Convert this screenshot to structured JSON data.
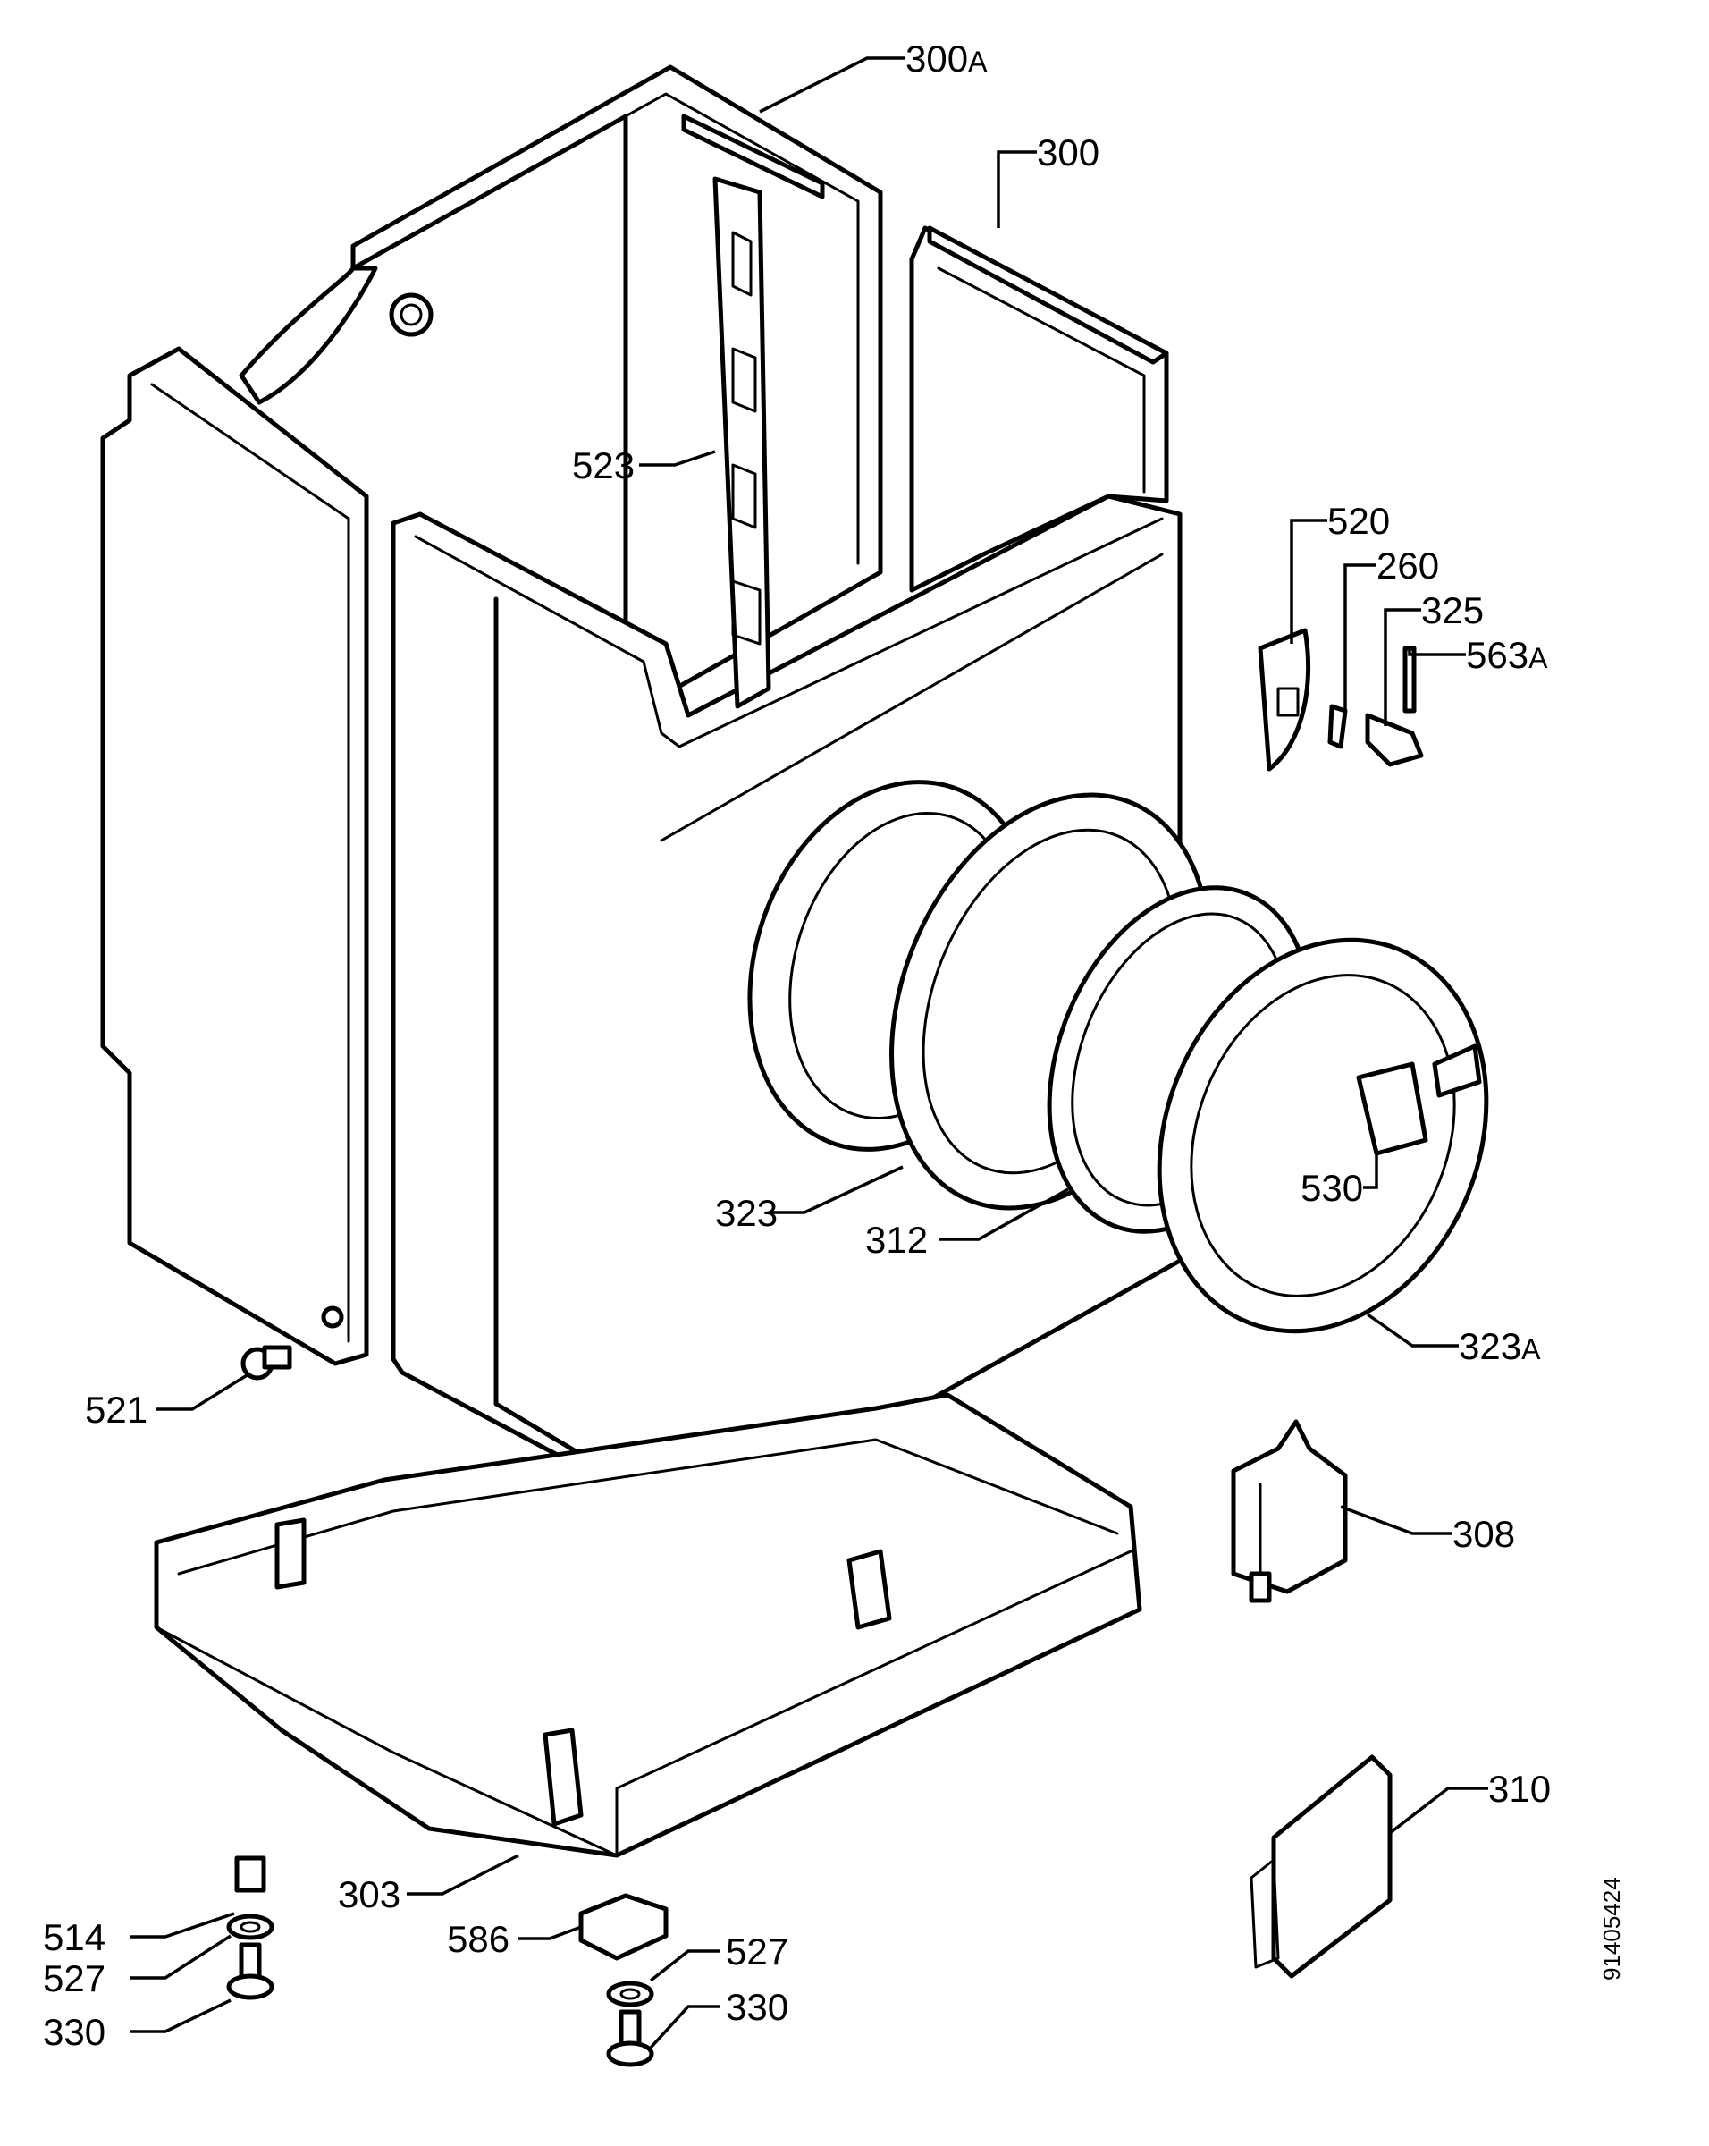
{
  "drawing_number": "91405424",
  "callouts": [
    {
      "id": "300a",
      "num": "300",
      "suffix": "A"
    },
    {
      "id": "300",
      "num": "300",
      "suffix": ""
    },
    {
      "id": "523",
      "num": "523",
      "suffix": ""
    },
    {
      "id": "520",
      "num": "520",
      "suffix": ""
    },
    {
      "id": "260",
      "num": "260",
      "suffix": ""
    },
    {
      "id": "325",
      "num": "325",
      "suffix": ""
    },
    {
      "id": "563a",
      "num": "563",
      "suffix": "A"
    },
    {
      "id": "530",
      "num": "530",
      "suffix": ""
    },
    {
      "id": "323",
      "num": "323",
      "suffix": ""
    },
    {
      "id": "312",
      "num": "312",
      "suffix": ""
    },
    {
      "id": "323a",
      "num": "323",
      "suffix": "A"
    },
    {
      "id": "521",
      "num": "521",
      "suffix": ""
    },
    {
      "id": "308",
      "num": "308",
      "suffix": ""
    },
    {
      "id": "310",
      "num": "310",
      "suffix": ""
    },
    {
      "id": "303",
      "num": "303",
      "suffix": ""
    },
    {
      "id": "514",
      "num": "514",
      "suffix": ""
    },
    {
      "id": "527l",
      "num": "527",
      "suffix": ""
    },
    {
      "id": "330l",
      "num": "330",
      "suffix": ""
    },
    {
      "id": "586",
      "num": "586",
      "suffix": ""
    },
    {
      "id": "527r",
      "num": "527",
      "suffix": ""
    },
    {
      "id": "330r",
      "num": "330",
      "suffix": ""
    }
  ]
}
